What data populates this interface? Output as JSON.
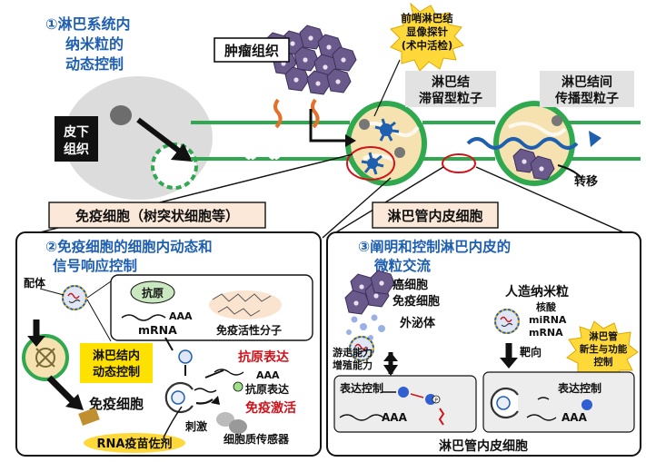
{
  "section1": {
    "title_lines": [
      "①淋巴系统内",
      "纳米粒的",
      "动态控制"
    ]
  },
  "tumor_label": "肿瘤组织",
  "probe_burst": [
    "前哨淋巴结",
    "显像探针",
    "(术中活检)"
  ],
  "subcutaneous_label": [
    "皮下",
    "组织"
  ],
  "node_retention_label": [
    "淋巴结",
    "滞留型粒子"
  ],
  "internode_label": [
    "淋巴结间",
    "传播型粒子"
  ],
  "metastasis_label": "转移",
  "immune_cell_box": "免疫细胞（树突状细胞等）",
  "lymph_endothelial_box": "淋巴管内皮细胞",
  "section2": {
    "title_lines": [
      "②免疫细胞的细胞内动态和",
      "信号响应控制"
    ],
    "ligand": "配体",
    "antigen": "抗原",
    "aaa": "AAA",
    "mrna": "mRNA",
    "immune_active": "免疫活性分子",
    "node_control": [
      "淋巴结内",
      "动态控制"
    ],
    "antigen_expression": "抗原表达",
    "aaa2": "AAA",
    "antigen_expr2": "抗原表达",
    "immune_activation": "免疫激活",
    "immune_cell": "免疫细胞",
    "stimulation": "刺激",
    "cytosolic_sensor": "细胞质传感器",
    "rna_adjuvant": "RNA疫苗佐剂"
  },
  "section3": {
    "title_lines": [
      "③阐明和控制淋巴内皮的",
      "微粒交流"
    ],
    "cancer_cell": "癌细胞",
    "immune_cell": "免疫细胞",
    "exosome": "外泌体",
    "migration": [
      "游走能力",
      "增殖能力"
    ],
    "artificial_nano": "人造纳米粒",
    "nucleic": [
      "核酸",
      "miRNA",
      "mRNA"
    ],
    "targeting": "靶向",
    "burst": [
      "淋巴管",
      "新生与功能",
      "控制"
    ],
    "expr_control_left": "表达控制",
    "expr_control_right": "表达控制",
    "aaa_left": "AAA",
    "aaa_right": "AAA",
    "p_label": "P",
    "bottom_label": "淋巴管内皮细胞"
  },
  "colors": {
    "title_blue": "#1f5fb0",
    "vessel_green": "#2fa84f",
    "node_fill": "#f5e2b0",
    "tumor_purple": "#6a5a8c",
    "label_box_fill": "#fbe8d8",
    "burst_yellow": "#ffd83a",
    "dot_blue": "#2f5fd0",
    "red": "#d0121b"
  }
}
